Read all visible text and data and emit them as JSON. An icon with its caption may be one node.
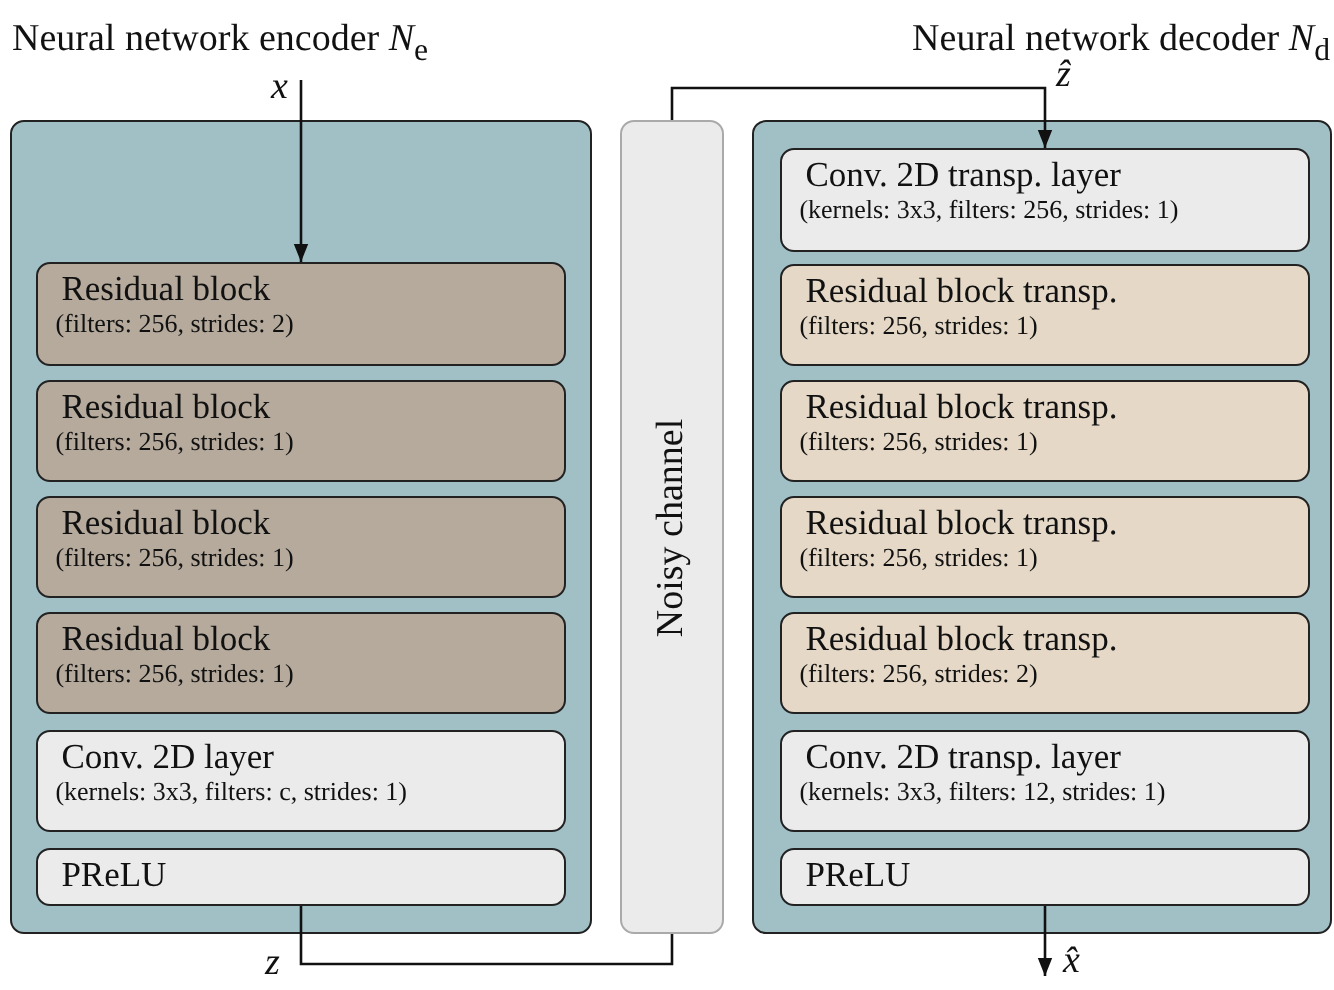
{
  "diagram": {
    "nodes": [
      {
        "text": [
          "Neural network encoder *N*$_{e}$"
        ]
      },
      {
        "text": [
          "Residual block",
          "(filters: 256, strides: 2)"
        ],
        "in": 0
      },
      {
        "text": [
          "Residual block",
          "(filters: 256, strides: 1)"
        ],
        "in": 0
      },
      {
        "text": [
          "Residual block",
          "(filters: 256, strides: 1)"
        ],
        "in": 0
      },
      {
        "text": [
          "Residual block",
          "(filters: 256, strides: 1)"
        ],
        "in": 0
      },
      {
        "text": [
          "Conv. 2D layer",
          "(kernels: 3x3, filters: c, strides: 1)"
        ],
        "in": 0
      },
      {
        "text": [
          "PReLU"
        ],
        "in": 0
      },
      {
        "text": [
          "Noisy channel"
        ]
      },
      {
        "text": [
          "Neural network decoder *N*$_{d}$"
        ]
      },
      {
        "text": [
          "Conv. 2D transp. layer",
          "(kernels: 3x3, filters: 256, strides: 1)"
        ],
        "in": 8
      },
      {
        "text": [
          "Residual block transp.",
          "(filters: 256, strides: 1)"
        ],
        "in": 8
      },
      {
        "text": [
          "Residual block transp.",
          "(filters: 256, strides: 1)"
        ],
        "in": 8
      },
      {
        "text": [
          "Residual block transp.",
          "(filters: 256, strides: 1)"
        ],
        "in": 8
      },
      {
        "text": [
          "Residual block transp.",
          "(filters: 256, strides: 2)"
        ],
        "in": 8
      },
      {
        "text": [
          "Conv. 2D transp. layer",
          "(kernels: 3x3, filters: 12, strides: 1)"
        ],
        "in": 8
      },
      {
        "text": [
          "PReLU"
        ],
        "in": 8
      }
    ],
    "edges": [
      {
        "from": null,
        "to": 1,
        "arrow": "to",
        "label": "x"
      },
      {
        "from": 6,
        "to": 7,
        "arrow": "none",
        "label": "z"
      },
      {
        "from": 7,
        "to": 9,
        "arrow": "to",
        "label": "ẑ"
      },
      {
        "from": 15,
        "to": null,
        "arrow": "to",
        "label": "x̂"
      }
    ]
  }
}
